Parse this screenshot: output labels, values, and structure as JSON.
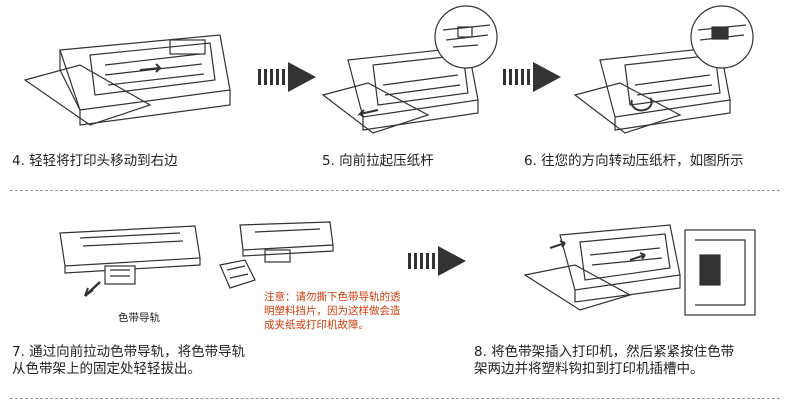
{
  "steps": [
    {
      "id": "step-4",
      "caption": "4. 轻轻将打印头移动到右边"
    },
    {
      "id": "step-5",
      "caption": "5. 向前拉起压纸杆"
    },
    {
      "id": "step-6",
      "caption": "6. 往您的方向转动压纸杆，如图所示"
    },
    {
      "id": "step-7",
      "caption": "7. 通过向前拉动色带导轨，将色带导轨\n从色带架上的固定处轻轻拔出。"
    },
    {
      "id": "step-8",
      "caption": "8. 将色带架插入打印机，然后紧紧按住色带\n架两边并将塑料钩扣到打印机插槽中。"
    }
  ],
  "labels": {
    "ribbon_guide": "色带导轨"
  },
  "notice": "注意：请勿撕下色带导轨的透\n明塑料挡片，因为这样做会造\n成夹纸或打印机故障。",
  "colors": {
    "caption_text": "#222222",
    "notice_text": "#d43a0a",
    "arrow_fill": "#333333",
    "divider": "#9a9a9a"
  }
}
